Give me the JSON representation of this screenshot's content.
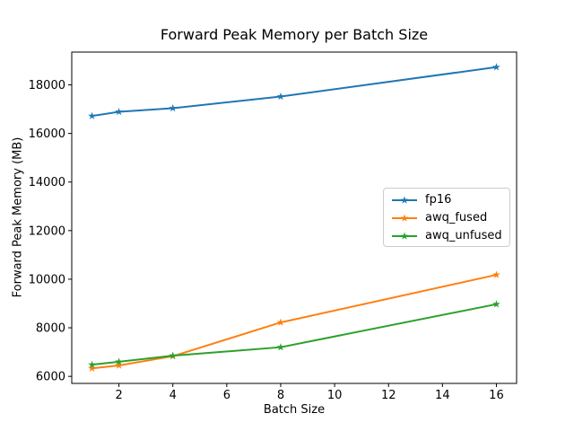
{
  "figure": {
    "background": "#ffffff",
    "text_color": "#000000",
    "spine_color": "#000000",
    "legend_border_color": "#cccccc"
  },
  "chart_data": {
    "type": "line",
    "title": "Forward Peak Memory per Batch Size",
    "xlabel": "Batch Size",
    "ylabel": "Forward Peak Memory (MB)",
    "x": [
      1,
      2,
      4,
      8,
      16
    ],
    "series": [
      {
        "name": "fp16",
        "color": "#1f77b4",
        "marker": "star",
        "values": [
          16720,
          16890,
          17040,
          17520,
          18730
        ]
      },
      {
        "name": "awq_fused",
        "color": "#ff7f0e",
        "marker": "star",
        "values": [
          6330,
          6450,
          6830,
          8220,
          10180
        ]
      },
      {
        "name": "awq_unfused",
        "color": "#2ca02c",
        "marker": "star",
        "values": [
          6480,
          6600,
          6850,
          7200,
          8970
        ]
      }
    ],
    "xticks": [
      2,
      4,
      6,
      8,
      10,
      12,
      14,
      16
    ],
    "yticks": [
      6000,
      8000,
      10000,
      12000,
      14000,
      16000,
      18000
    ],
    "xlim": [
      0.25,
      16.75
    ],
    "ylim": [
      5710,
      19350
    ],
    "grid": false,
    "legend_position": "center right"
  }
}
